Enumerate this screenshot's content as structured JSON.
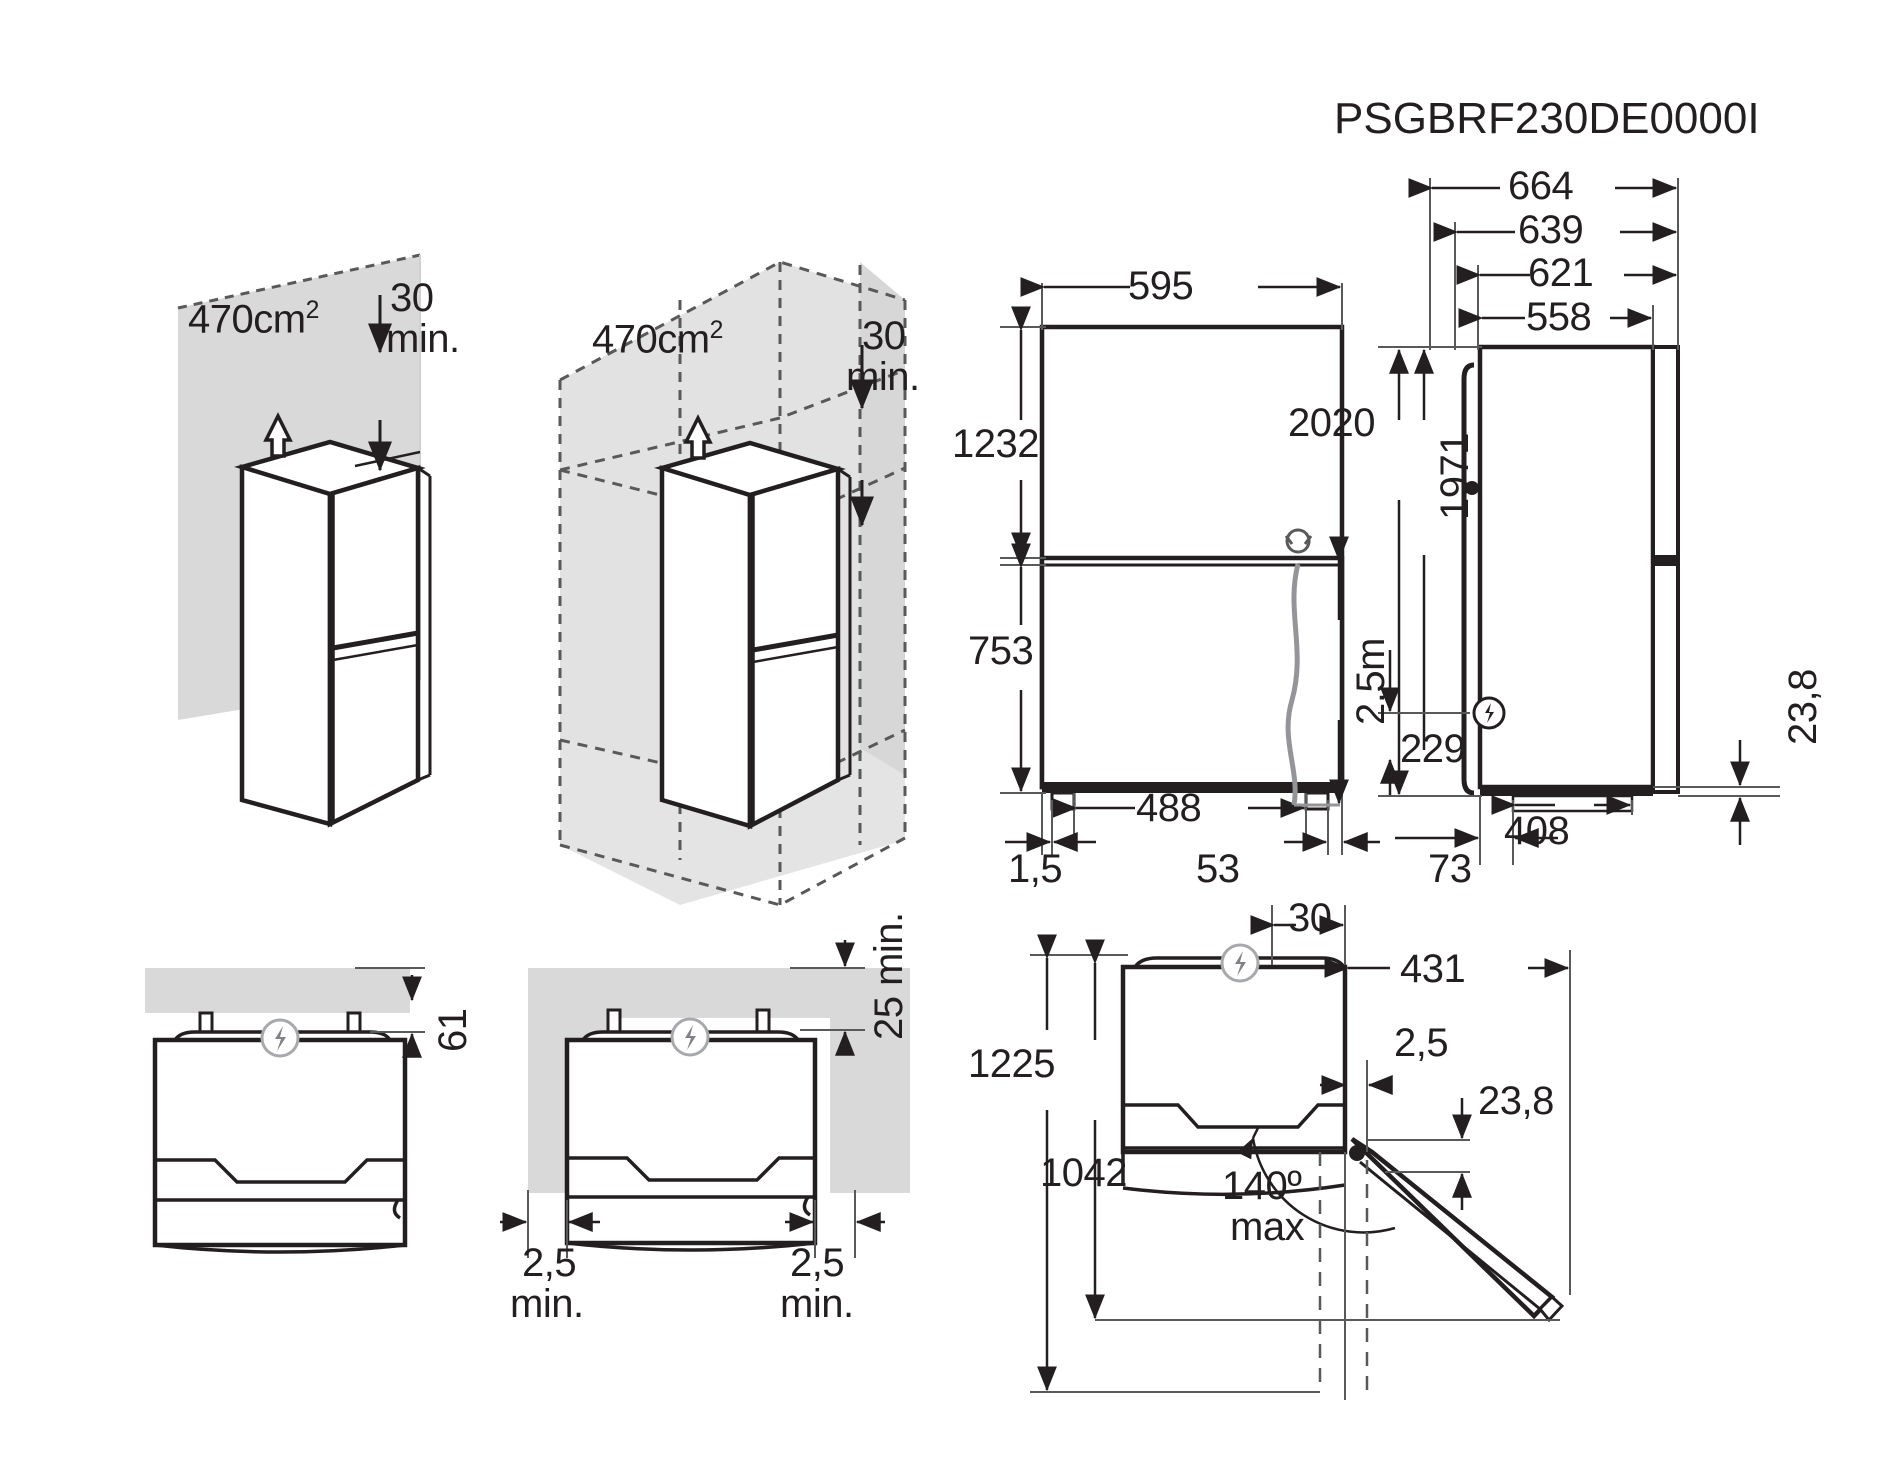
{
  "document": {
    "model_code": "PSGBRF230DE0000I",
    "type": "appliance-installation-dimension-drawing",
    "units": "mm unless noted"
  },
  "views": [
    {
      "id": "iso-free-standing",
      "name": "Isometric free-standing clearance view",
      "labels": [
        {
          "key": "ventilation_area",
          "text": "470cm²"
        },
        {
          "key": "top_clearance",
          "text": "30",
          "note": "min."
        }
      ]
    },
    {
      "id": "iso-recess",
      "name": "Isometric recess / niche clearance view",
      "labels": [
        {
          "key": "ventilation_area",
          "text": "470cm²"
        },
        {
          "key": "top_clearance",
          "text": "30",
          "note": "min."
        }
      ]
    },
    {
      "id": "front-elevation",
      "name": "Front elevation with dimensions",
      "labels": [
        {
          "key": "overall_width",
          "text": "595"
        },
        {
          "key": "upper_compartment_height",
          "text": "1232"
        },
        {
          "key": "lower_compartment_height",
          "text": "753"
        },
        {
          "key": "foot_span",
          "text": "488"
        },
        {
          "key": "left_foot_offset",
          "text": "1,5"
        },
        {
          "key": "right_foot_offset",
          "text": "53"
        }
      ]
    },
    {
      "id": "power-cord",
      "name": "Power cord length detail",
      "labels": [
        {
          "key": "cord_length",
          "text": "2,5m"
        }
      ]
    },
    {
      "id": "side-elevation",
      "name": "Side elevation with dimensions",
      "labels": [
        {
          "key": "depth_with_handle",
          "text": "664"
        },
        {
          "key": "depth_door_open_edge",
          "text": "639"
        },
        {
          "key": "depth_with_door",
          "text": "621"
        },
        {
          "key": "cabinet_depth",
          "text": "558"
        },
        {
          "key": "overall_height",
          "text": "2020"
        },
        {
          "key": "cabinet_height",
          "text": "1971"
        },
        {
          "key": "socket_height",
          "text": "229"
        },
        {
          "key": "front_foot_offset",
          "text": "73"
        },
        {
          "key": "foot_spacing",
          "text": "408"
        },
        {
          "key": "door_thickness",
          "text": "23,8"
        }
      ]
    },
    {
      "id": "plan-free-standing",
      "name": "Top/plan view, free standing",
      "labels": [
        {
          "key": "rear_clearance",
          "text": "61"
        }
      ]
    },
    {
      "id": "plan-recess",
      "name": "Top/plan view, in recess",
      "labels": [
        {
          "key": "rear_clearance_min",
          "text": "25 min."
        },
        {
          "key": "left_side_clearance",
          "text": "2,5",
          "note": "min."
        },
        {
          "key": "right_side_clearance",
          "text": "2,5",
          "note": "min."
        }
      ]
    },
    {
      "id": "plan-door-swing",
      "name": "Plan view with door swing",
      "labels": [
        {
          "key": "handle_projection",
          "text": "30"
        },
        {
          "key": "door_open_projection",
          "text": "431"
        },
        {
          "key": "hinge_gap",
          "text": "2,5"
        },
        {
          "key": "door_thickness",
          "text": "23,8"
        },
        {
          "key": "swing_envelope_width",
          "text": "1225"
        },
        {
          "key": "body_plus_door_width",
          "text": "1042"
        },
        {
          "key": "max_door_angle",
          "text": "140º",
          "note": "max"
        }
      ]
    }
  ],
  "text": {
    "title": "PSGBRF230DE0000I",
    "vent_area_1": "470cm",
    "vent_area_sup": "2",
    "clearance_30": "30",
    "min_word": "min.",
    "d595": "595",
    "d1232": "1232",
    "d753": "753",
    "d488": "488",
    "d15": "1,5",
    "d53": "53",
    "cord": "2,5m",
    "d664": "664",
    "d639": "639",
    "d621": "621",
    "d558": "558",
    "d2020": "2020",
    "d1971": "1971",
    "d229": "229",
    "d73": "73",
    "d408": "408",
    "d238": "23,8",
    "d61": "61",
    "d25min": "25 min.",
    "d25": "2,5",
    "d30": "30",
    "d431": "431",
    "d238b": "23,8",
    "d1225": "1225",
    "d1042": "1042",
    "angle": "140º",
    "max_word": "max"
  },
  "colors": {
    "line": "#231f20",
    "panel_fill": "#d9d9d9",
    "thin_line": "#58595b",
    "background": "#ffffff"
  }
}
